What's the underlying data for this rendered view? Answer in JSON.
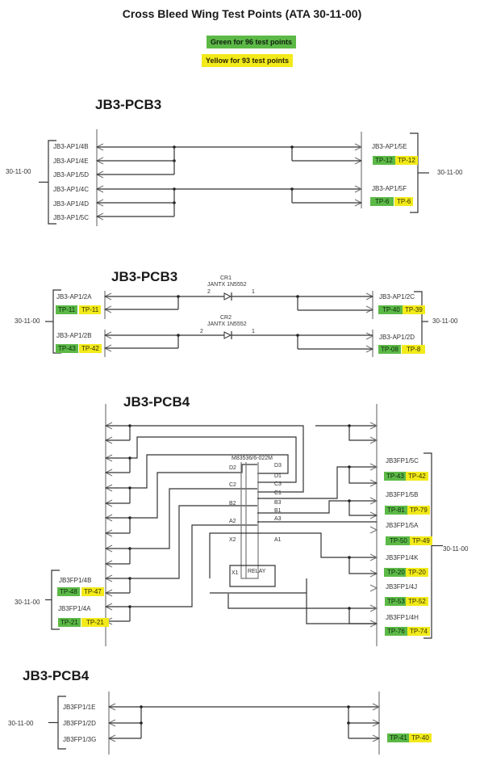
{
  "title": "Cross Bleed Wing Test Points (ATA 30-11-00)",
  "legend": {
    "green": "Green for 96 test points",
    "yellow": "Yellow for 93 test points",
    "green_color": "#5cb947",
    "yellow_color": "#f2ea1a"
  },
  "sections": [
    {
      "title": "JB3-PCB3",
      "ata_left": "30-11-00",
      "ata_right": "30-11-00",
      "left_pins": [
        "JB3-AP1/4B",
        "JB3-AP1/4E",
        "JB3-AP1/5D",
        "JB3-AP1/4C",
        "JB3-AP1/4D",
        "JB3-AP1/5C"
      ],
      "right_groups": [
        {
          "pin": "JB3-AP1/5E",
          "green_tp": "TP-12",
          "yellow_tp": "TP-12"
        },
        {
          "pin": "JB3-AP1/5F",
          "green_tp": "TP-6",
          "yellow_tp": "TP-6"
        }
      ]
    },
    {
      "title": "JB3-PCB3",
      "ata_left": "30-11-00",
      "ata_right": "30-11-00",
      "left_groups": [
        {
          "pin": "JB3-AP1/2A",
          "green_tp": "TP-11",
          "yellow_tp": "TP-11"
        },
        {
          "pin": "JB3-AP1/2B",
          "green_tp": "TP-43",
          "yellow_tp": "TP-42"
        }
      ],
      "diodes": [
        {
          "ref": "CR1",
          "part": "JANTX 1N5552",
          "pin_a": "2",
          "pin_b": "1"
        },
        {
          "ref": "CR2",
          "part": "JANTX 1N5552",
          "pin_a": "2",
          "pin_b": "1"
        }
      ],
      "right_groups": [
        {
          "pin": "JB3-AP1/2C",
          "green_tp": "TP-40",
          "yellow_tp": "TP-39"
        },
        {
          "pin": "JB3-AP1/2D",
          "green_tp": "TP-08",
          "yellow_tp": "TP-8"
        }
      ]
    },
    {
      "title": "JB3-PCB4",
      "ata_left": "30-11-00",
      "ata_right": "30-11-00",
      "relay": {
        "part": "M83536/6-022M",
        "name": "RELAY",
        "pins": [
          "D3",
          "D2",
          "D1",
          "C3",
          "C2",
          "C1",
          "B3",
          "B2",
          "B1",
          "A3",
          "A2",
          "A1",
          "X2",
          "X1"
        ]
      },
      "left_groups": [
        {
          "pin": "JB3FP1/4B",
          "green_tp": "TP-48",
          "yellow_tp": "TP-47"
        },
        {
          "pin": "JB3FP1/4A",
          "green_tp": "TP-21",
          "yellow_tp": "TP-21"
        }
      ],
      "right_groups": [
        {
          "pin": "JB3FP1/5C",
          "green_tp": "TP-43",
          "yellow_tp": "TP-42"
        },
        {
          "pin": "JB3FP1/5B",
          "green_tp": "TP-81",
          "yellow_tp": "TP-79"
        },
        {
          "pin": "JB3FP1/5A",
          "green_tp": "TP-50",
          "yellow_tp": "TP-49"
        },
        {
          "pin": "JB3FP1/4K",
          "green_tp": "TP-20",
          "yellow_tp": "TP-20"
        },
        {
          "pin": "JB3FP1/4J",
          "green_tp": "TP-53",
          "yellow_tp": "TP-52"
        },
        {
          "pin": "JB3FP1/4H",
          "green_tp": "TP-76",
          "yellow_tp": "TP-74"
        }
      ]
    },
    {
      "title": "JB3-PCB4",
      "ata_left": "30-11-00",
      "left_pins": [
        "JB3FP1/1E",
        "JB3FP1/2D",
        "JB3FP1/3G"
      ],
      "right_tp": {
        "green_tp": "TP-41",
        "yellow_tp": "TP-40"
      }
    }
  ]
}
